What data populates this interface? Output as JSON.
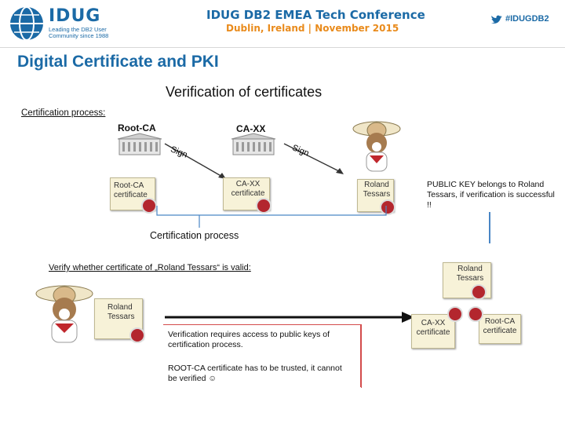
{
  "header": {
    "logo": "IDUG",
    "logo_tagline": "Leading the DB2 User Community since 1988",
    "conference_title": "IDUG DB2 EMEA Tech Conference",
    "conference_location": "Dublin, Ireland  |  November 2015",
    "hashtag": "#IDUGDB2"
  },
  "slide": {
    "title": "Digital Certificate and PKI",
    "subtitle": "Verification of certificates",
    "certification_process_label": "Certification process:",
    "root_ca_label": "Root-CA",
    "ca_xx_label": "CA-XX",
    "sign_left": "Sign",
    "sign_right": "Sign",
    "root_ca_cert": "Root-CA certificate",
    "ca_xx_cert": "CA-XX certificate",
    "roland_cert": "Roland Tessars",
    "public_key_note": "PUBLIC KEY belongs to Roland Tessars, if verification is successful !!",
    "certification_process_center": "Certification process",
    "verify_label": "Verify whether certificate of „Roland Tessars“ is valid:",
    "roland_cert_left": "Roland Tessars",
    "roland_cert_right": "Roland Tessars",
    "access_note": "Verification requires access to public keys of certification process.",
    "root_trust_note": "ROOT-CA certificate has to be trusted, it cannot be verified ☺",
    "ca_xx_cert_bottom": "CA-XX certificate",
    "root_ca_cert_bottom": "Root-CA certificate"
  },
  "colors": {
    "brand_blue": "#1b6aa6",
    "accent_orange": "#e98b1c",
    "note_border": "#d34b4b"
  }
}
